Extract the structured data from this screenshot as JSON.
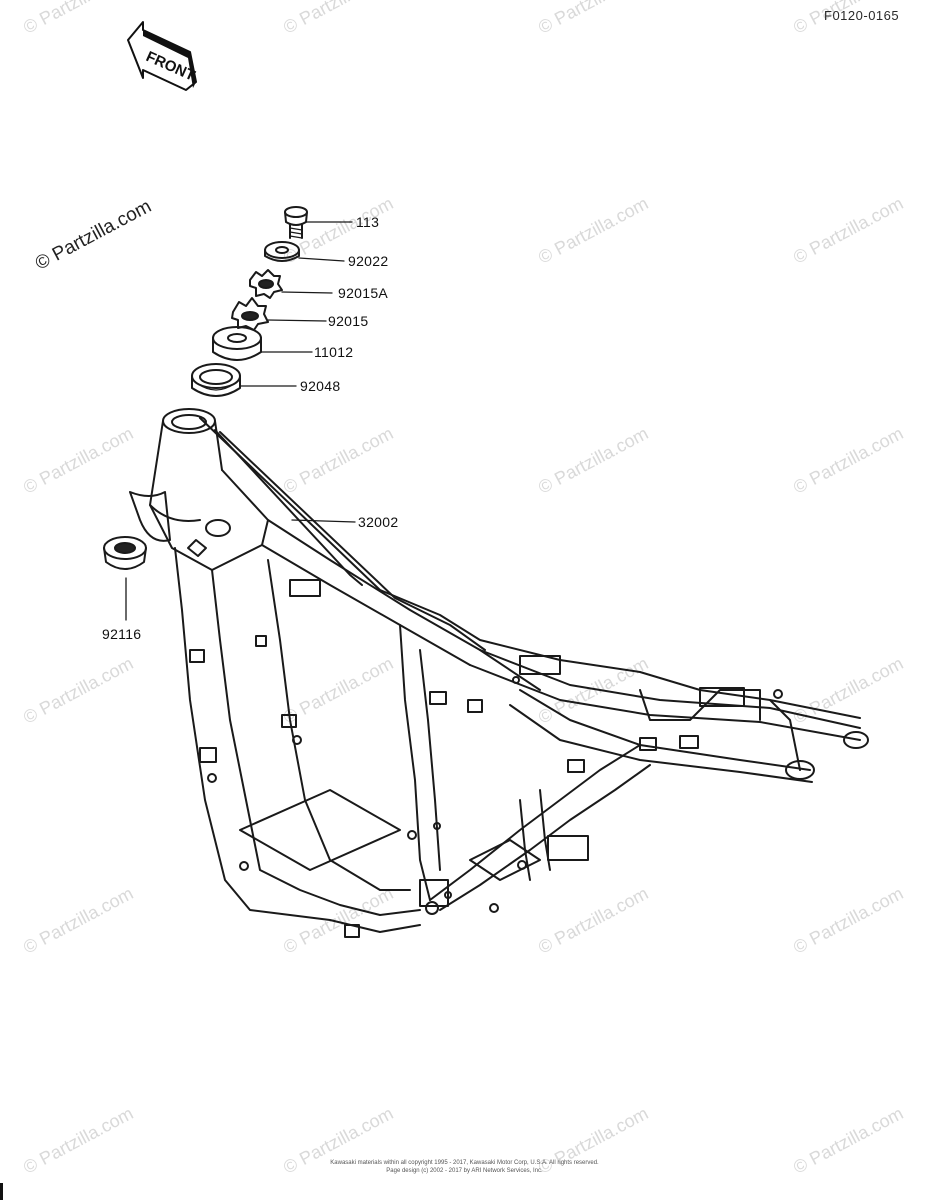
{
  "figure_code": "F0120-0165",
  "front_label": "FRONT",
  "watermark": "© Partzilla.com",
  "callouts": {
    "c113": "113",
    "c92022": "92022",
    "c92015A": "92015A",
    "c92015": "92015",
    "c11012": "11012",
    "c92048": "92048",
    "c32002": "32002",
    "c92116": "92116"
  },
  "footer": {
    "line1": "Kawasaki materials within all copyright 1995 - 2017, Kawasaki Motor Corp, U.S.A.  All rights reserved.",
    "line2": "Page design (c) 2002 - 2017 by ARI Network Services, Inc."
  }
}
